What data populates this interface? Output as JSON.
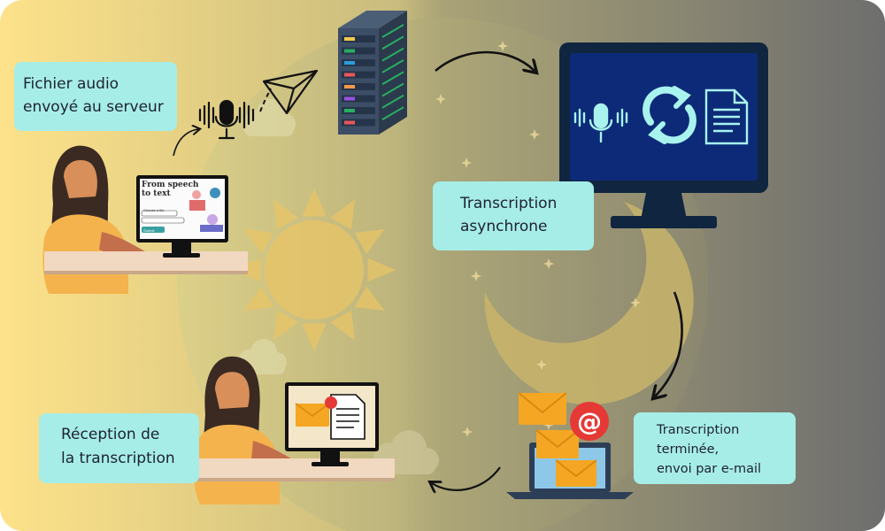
{
  "labels": {
    "upload": [
      "Fichier audio",
      "envoyé au serveur"
    ],
    "async": [
      "Transcription",
      "asynchrone"
    ],
    "done": [
      "Transcription",
      "terminée,",
      "envoi par e-mail"
    ],
    "receive": [
      "Réception de",
      "la transcription"
    ]
  },
  "screen": {
    "title": [
      "From speech",
      "to text"
    ],
    "choose_file": "Choose a file",
    "submit": "Submit"
  },
  "icons": [
    "microphone-icon",
    "paper-plane-icon",
    "server-rack-icon",
    "sync-icon",
    "document-icon",
    "email-icon",
    "at-sign-icon",
    "laptop-icon",
    "sun-icon",
    "moon-icon",
    "cloud-icon",
    "star-icon",
    "flow-arrow-icon"
  ],
  "colors": {
    "label_bg": "#a6ede7",
    "day_bg": "#fde28a",
    "night_bg": "#6b6b6b",
    "monitor_screen": "#0d2a78",
    "monitor_frame": "#10253f",
    "icon_cyan": "#a9f3ef",
    "envelope": "#f5a623",
    "at_badge": "#e53935"
  }
}
